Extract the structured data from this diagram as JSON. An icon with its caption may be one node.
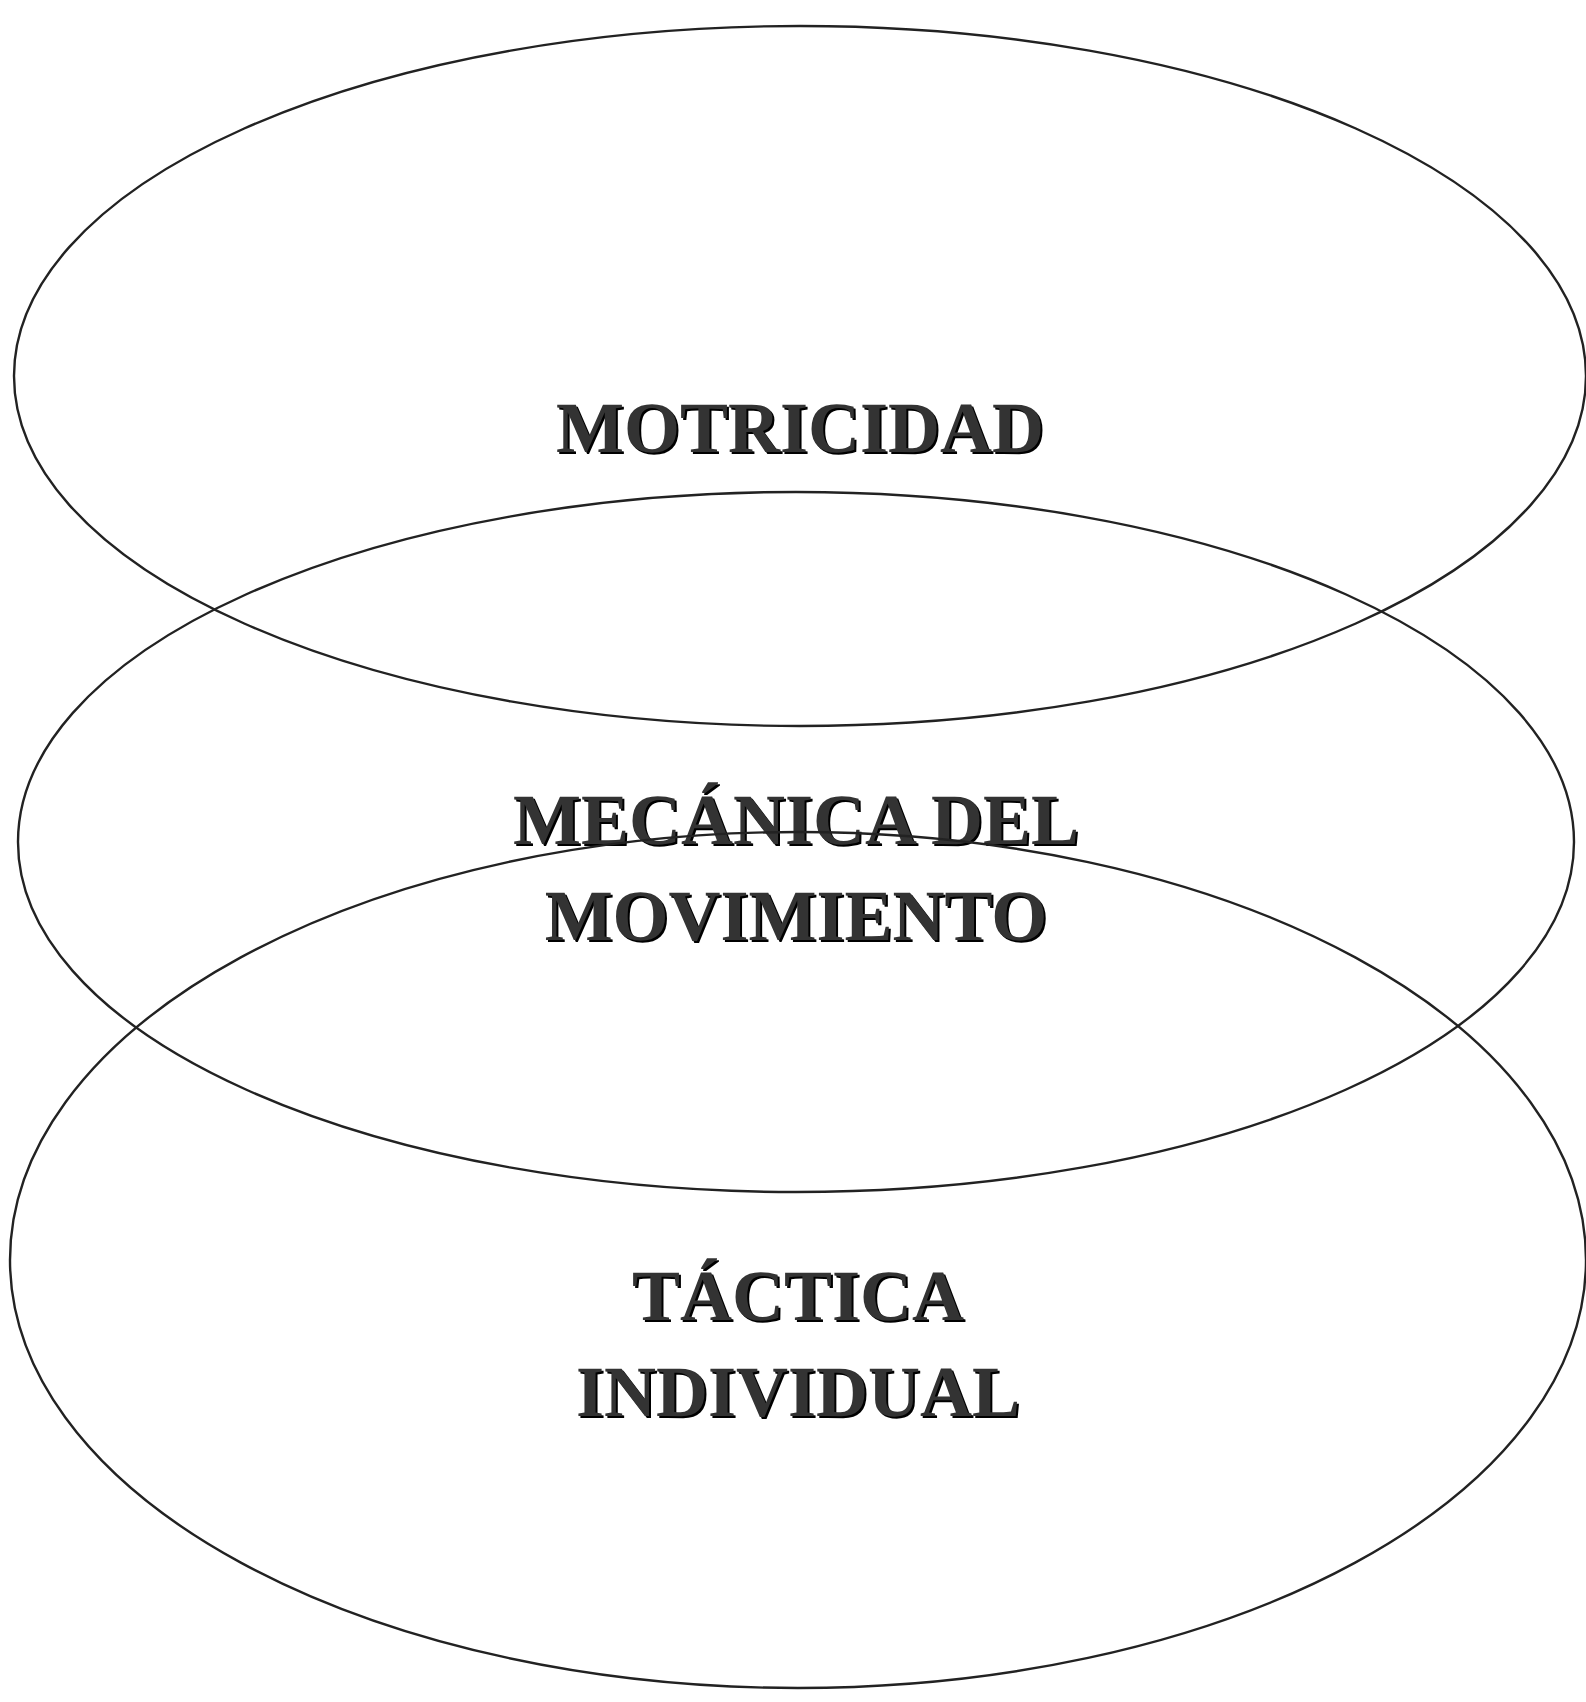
{
  "diagram": {
    "nodes": [
      {
        "text": [
          "MOTRICIDAD"
        ]
      },
      {
        "text": [
          "MECÁNICA DEL MOVIMIENTO"
        ]
      },
      {
        "text": [
          "TÁCTICA INDIVIDUAL"
        ]
      }
    ],
    "edges": []
  }
}
